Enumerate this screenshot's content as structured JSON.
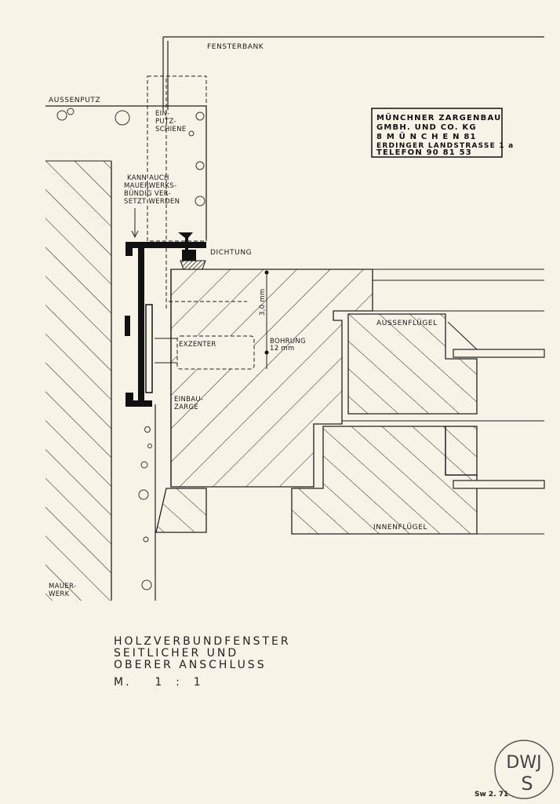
{
  "labels": {
    "fensterbank": "FENSTERBANK",
    "aussenputz": "AUSSENPUTZ",
    "einputz_1": "EIN-",
    "einputz_2": "PUTZ-",
    "einputz_3": "SCHIENE",
    "kann_1": "KANN AUCH",
    "kann_2": "MAUERWERKS-",
    "kann_3": "BÜNDIG VER-",
    "kann_4": "SETZT WERDEN",
    "dichtung": "DICHTUNG",
    "dim_30mm": "3,0 mm",
    "exzenter": "EXZENTER",
    "bohrung_1": "BOHRUNG",
    "bohrung_2": "12 mm",
    "aussenfluegel": "AUSSENFLÜGEL",
    "einbau_1": "EINBAU-",
    "einbau_2": "ZARGE",
    "innenfluegel": "INNENFLÜGEL",
    "mauer_1": "MAUER-",
    "mauer_2": "WERK"
  },
  "company_stamp": {
    "line1": "MÜNCHNER ZARGENBAU",
    "line2": "GMBH. UND CO. KG",
    "line3": "8  M Ü N C H E N  81",
    "line4": "ERDINGER LANDSTRASSE 1 a",
    "line5": "TELEFON   90 81 53"
  },
  "title": {
    "line1": "HOLZVERBUNDFENSTER",
    "line2": "SEITLICHER  UND",
    "line3": "OBERER  ANSCHLUSS",
    "scale": "M.    1  :  1"
  },
  "sheet_ref": "Sw 2. 71",
  "seal": {
    "top": "DWJ",
    "bottom": "S"
  }
}
